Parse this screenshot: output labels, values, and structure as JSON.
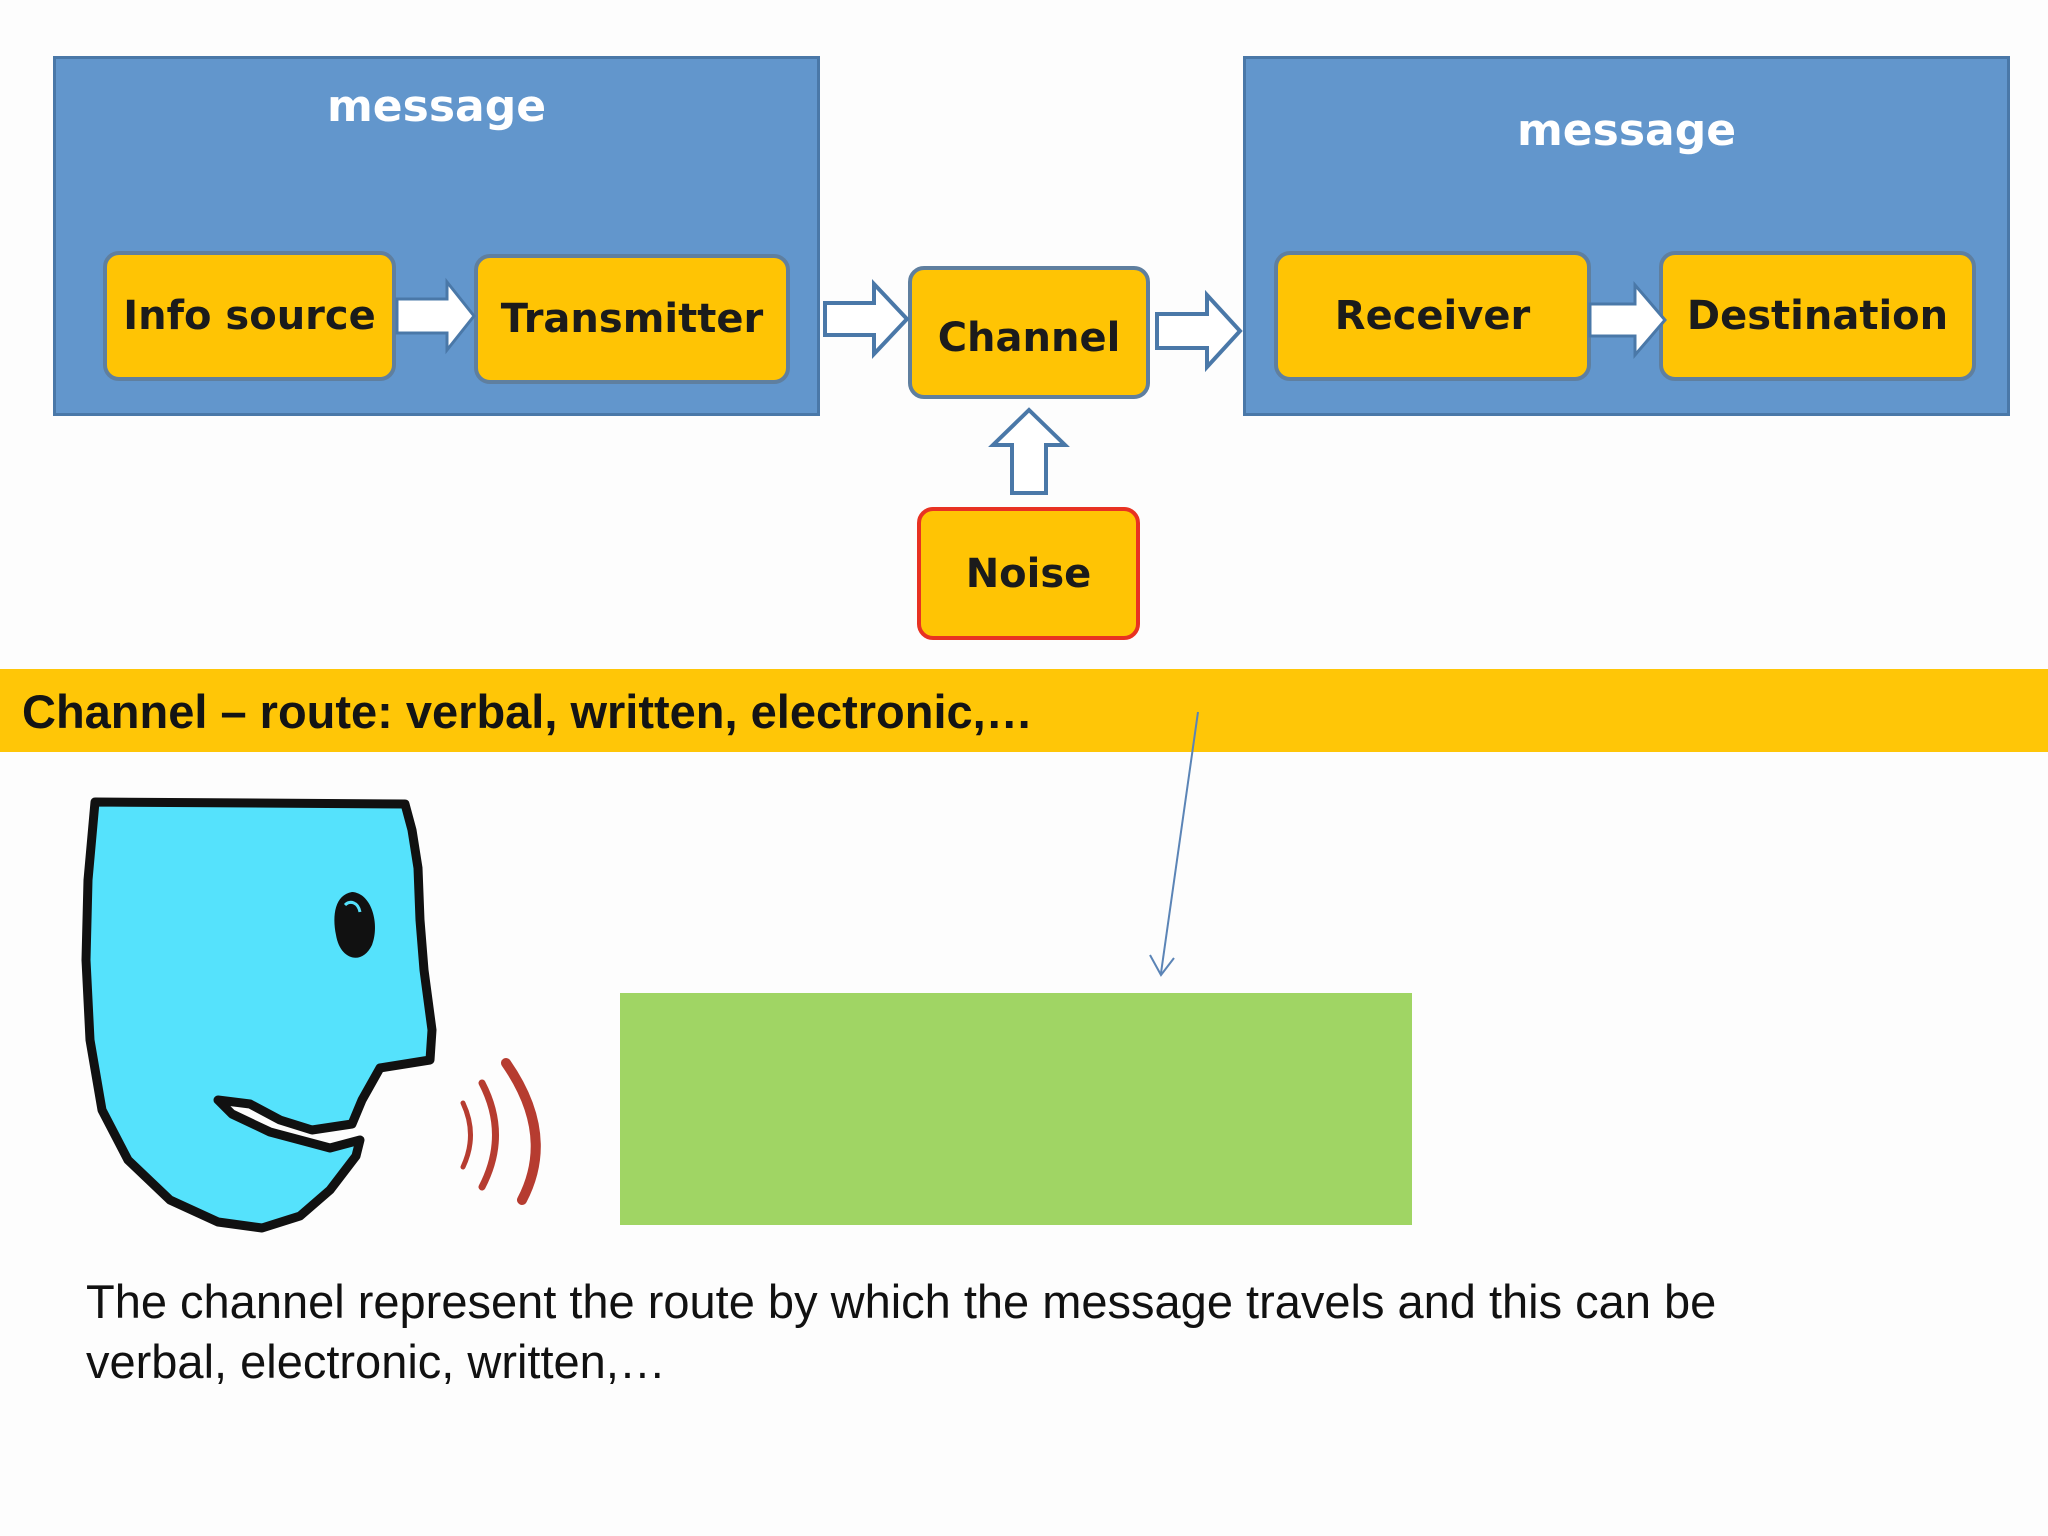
{
  "diagram": {
    "sender_group": {
      "title": "message"
    },
    "receiver_group": {
      "title": "message"
    },
    "nodes": {
      "info_source": "Info source",
      "transmitter": "Transmitter",
      "channel": "Channel",
      "receiver": "Receiver",
      "destination": "Destination",
      "noise": "Noise"
    }
  },
  "banner": {
    "text": "Channel – route: verbal, written, electronic,…"
  },
  "illustration": {
    "head_color": "#55e2fc",
    "sound_wave_color": "#b63c30",
    "placeholder_color": "#a0d564"
  },
  "caption": {
    "line1": "The channel represent the route by which the message travels and this can be",
    "line2": "verbal, electronic, written,…"
  },
  "colors": {
    "group_fill": "#6296cc",
    "node_fill": "#ffc404",
    "noise_border": "#e83222",
    "banner_fill": "#ffc607"
  }
}
